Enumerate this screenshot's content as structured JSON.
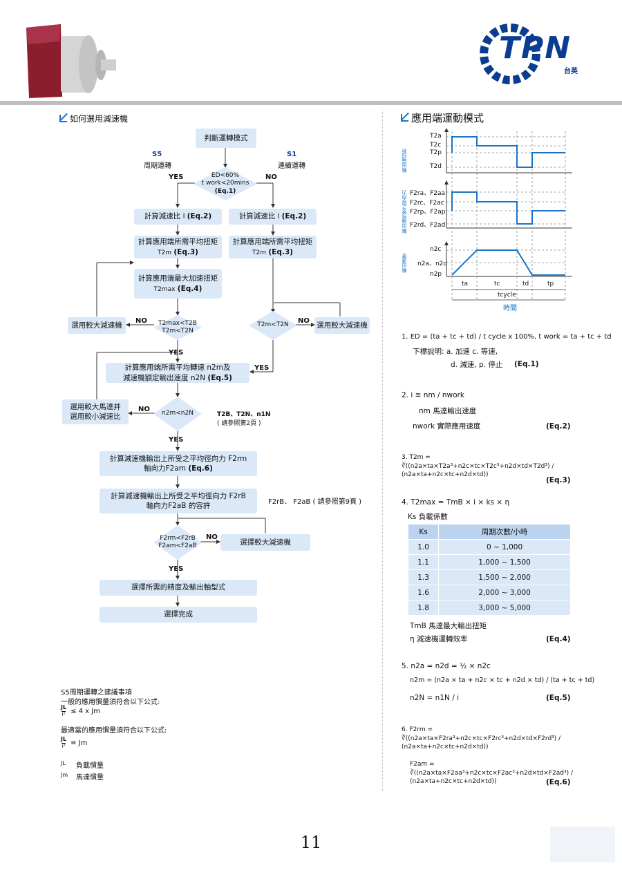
{
  "header": {
    "logo_text": "TPN",
    "logo_sub": "台英",
    "colors": {
      "brand_blue": "#0a3d91",
      "accent_blue": "#1a73c8",
      "box_fill": "#dbe8f7",
      "gearbox": "#8a1e2d"
    }
  },
  "left": {
    "title": "如何選用減速機",
    "s5_code": "S5",
    "s5_name": "周期運轉",
    "s1_code": "S1",
    "s1_name": "連續運轉",
    "start": "判斷運轉模式",
    "d1_l1": "ED<60%",
    "d1_l2": "t work<20mins",
    "d1_l3": "(Eq.1)",
    "yes": "YES",
    "no": "NO",
    "calc_ratio": "計算減速比 i",
    "eq2": "(Eq.2)",
    "calc_avg_l1": "計算應用端所需平均扭矩",
    "calc_avg_l2": "T2m",
    "eq3": "(Eq.3)",
    "calc_max_l1": "計算應用端最大加速扭矩",
    "calc_max_l2": "T2max",
    "eq4": "(Eq.4)",
    "choose_larger": "選用較大減速機",
    "d2_l1": "T2max<T2B",
    "d2_l2": "T2m<T2N",
    "d3": "T2m<T2N",
    "calc_speed_l1": "計算應用端所需平均轉速 n2m及",
    "calc_speed_l2": "減速機額定輸出速度 n2N",
    "eq5": "(Eq.5)",
    "choose_motor_l1": "選用較大馬達并",
    "choose_motor_l2": "選用較小減速比",
    "d4": "n2m<n2N",
    "note1_l1": "T2B、T2N、n1N",
    "note1_l2": "( 請參照第2頁 )",
    "calc_force_l1": "計算減速機輸出上所受之平均徑向力 F2rm",
    "calc_force_l2": "軸向力F2am",
    "eq6": "(Eq.6)",
    "calc_allow_l1": "計算減速機輸出上所受之平均徑向力 F2rB",
    "calc_allow_l2": "軸向力F2aB 的容許",
    "note2": "F2rB、 F2aB ( 請參照第9頁 )",
    "d5_l1": "F2rm<F2rB",
    "d5_l2": "F2am<F2aB",
    "choose_larger2": "選擇較大減速機",
    "select_precision": "選擇所需的精度及輸出軸型式",
    "done": "選擇完成",
    "s5_note_title": "S5周期運轉之建議事項",
    "s5_note_1": "一般的應用慣量須符合以下公式:",
    "s5_note_f1": "≤ 4 x Jm",
    "s5_note_2": "最適當的應用慣量須符合以下公式:",
    "s5_note_f2": "≅ Jm",
    "jl": "JL",
    "jl_desc": "負載慣量",
    "jm": "Jm",
    "jm_desc": "馬達慣量"
  },
  "right": {
    "title": "應用端運動模式",
    "y1_label": "輸出端扭矩",
    "y2_label": "輸出端所受之徑向力",
    "y3_label": "輸出速度",
    "t_labels": [
      "T2a",
      "T2c",
      "T2p",
      "T2d"
    ],
    "f_labels": [
      "F2ra、F2aa",
      "F2rc、F2ac",
      "F2rp、F2ap",
      "F2rd、F2ad"
    ],
    "n_labels": [
      "n2c",
      "n2a、n2d",
      "n2p"
    ],
    "phase_labels": [
      "ta",
      "tc",
      "td",
      "tp"
    ],
    "tcycle": "tcycle",
    "time_label": "時間",
    "eq1_text": "1. ED = (ta + tc + td) / t cycle x 100%, t work = ta + tc + td",
    "eq1_sub1": "下標說明: a. 加速   c. 等速,",
    "eq1_sub2": "d. 減速, p. 停止",
    "eq1_no": "(Eq.1)",
    "eq2_text": "2. i ≅ nm / nwork",
    "eq2_nm": "nm 馬達輸出速度",
    "eq2_nwork": "nwork 實際應用速度",
    "eq2_no": "(Eq.2)",
    "eq3_text": "3. T2m = ∛((n2a×ta×T2a³+n2c×tc×T2c³+n2d×td×T2d³) / (n2a×ta+n2c×tc+n2d×td))",
    "eq3_no": "(Eq.3)",
    "eq4_text": "4. T2max = TmB × i × ks × η",
    "ks_title": "Ks 負載係數",
    "ks_headers": [
      "Ks",
      "周期次數/小時"
    ],
    "ks_rows": [
      [
        "1.0",
        "0 ~ 1,000"
      ],
      [
        "1.1",
        "1,000 ~ 1,500"
      ],
      [
        "1.3",
        "1,500 ~ 2,000"
      ],
      [
        "1.6",
        "2,000 ~ 3,000"
      ],
      [
        "1.8",
        "3,000 ~ 5,000"
      ]
    ],
    "tmb_desc": "TmB 馬達最大輸出扭矩",
    "eta_desc": "η   減速機運轉效率",
    "eq4_no": "(Eq.4)",
    "eq5_l1": "5. n2a = n2d = ½ × n2c",
    "eq5_l2": "n2m = (n2a × ta + n2c × tc + n2d × td) / (ta + tc + td)",
    "eq5_l3": "n2N = n1N / i",
    "eq5_no": "(Eq.5)",
    "eq6_l1": "6. F2rm = ∛((n2a×ta×F2ra³+n2c×tc×F2rc³+n2d×td×F2rd³) / (n2a×ta+n2c×tc+n2d×td))",
    "eq6_l2": "F2am = ∛((n2a×ta×F2aa³+n2c×tc×F2ac³+n2d×td×F2ad³) / (n2a×ta+n2c×tc+n2d×td))",
    "eq6_no": "(Eq.6)"
  },
  "page_number": "11"
}
